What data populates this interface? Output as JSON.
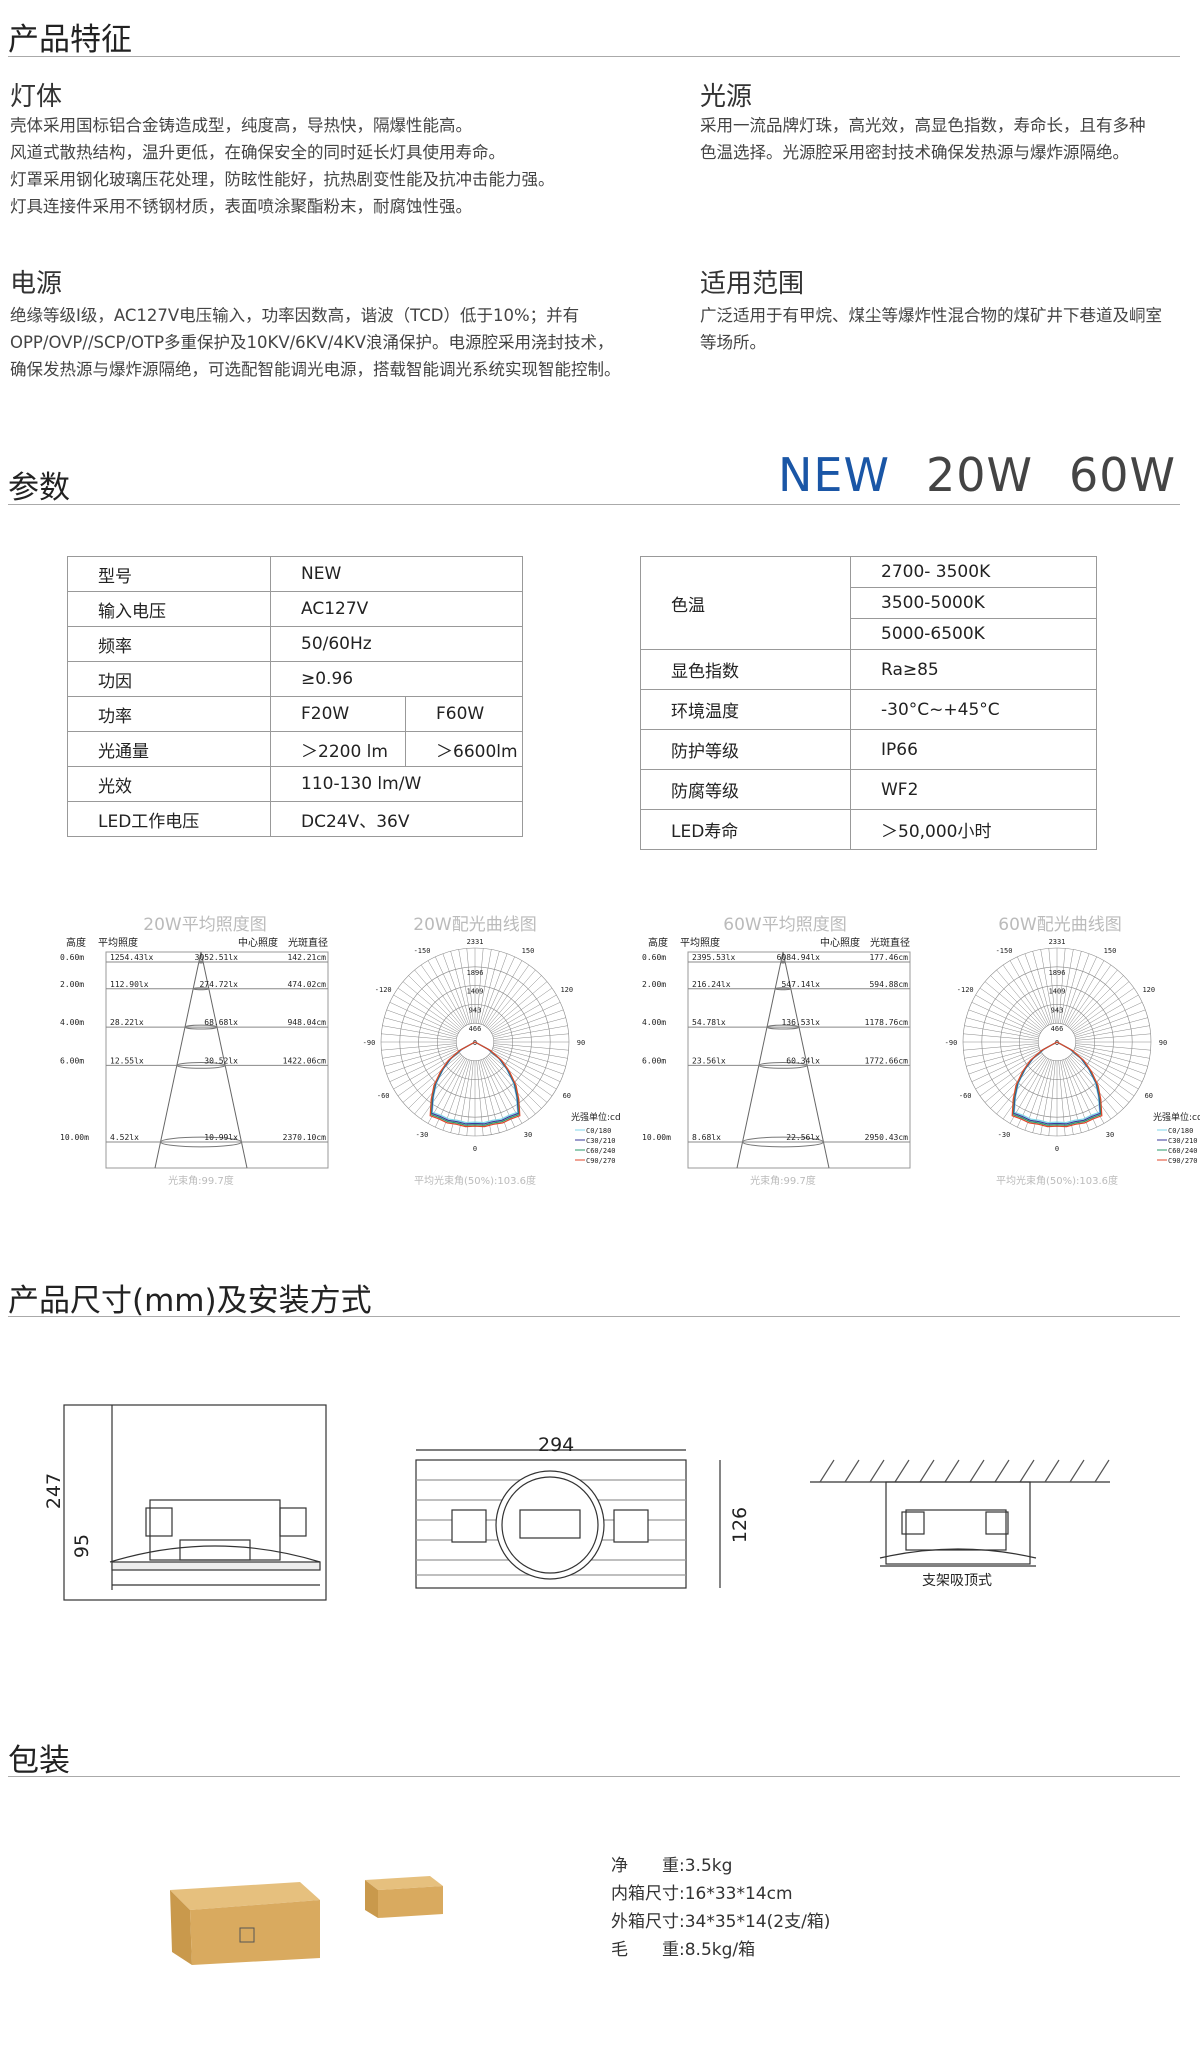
{
  "features": {
    "title": "产品特征",
    "body": {
      "heading": "灯体",
      "lines": [
        "壳体采用国标铝合金铸造成型，纯度高，导热快，隔爆性能高。",
        "风道式散热结构，温升更低，在确保安全的同时延长灯具使用寿命。",
        "灯罩采用钢化玻璃压花处理，防眩性能好，抗热剧变性能及抗冲击能力强。",
        "灯具连接件采用不锈钢材质，表面喷涂聚酯粉末，耐腐蚀性强。"
      ]
    },
    "light": {
      "heading": "光源",
      "lines": [
        "采用一流品牌灯珠，高光效，高显色指数，寿命长，且有多种",
        "色温选择。光源腔采用密封技术确保发热源与爆炸源隔绝。"
      ]
    },
    "power": {
      "heading": "电源",
      "lines": [
        "绝缘等级I级，AC127V电压输入，功率因数高，谐波（TCD）低于10%；并有",
        "OPP/OVP//SCP/OTP多重保护及10KV/6KV/4KV浪涌保护。电源腔采用浇封技术，",
        "确保发热源与爆炸源隔绝，可选配智能调光电源，搭载智能调光系统实现智能控制。"
      ]
    },
    "scope": {
      "heading": "适用范围",
      "lines": [
        "广泛适用于有甲烷、煤尘等爆炸性混合物的煤矿井下巷道及峒室",
        "等场所。"
      ]
    }
  },
  "params": {
    "title": "参数",
    "models": [
      "NEW",
      "20W",
      "60W"
    ],
    "left": [
      [
        "型号",
        "NEW"
      ],
      [
        "输入电压",
        "AC127V"
      ],
      [
        "频率",
        "50/60Hz"
      ],
      [
        "功因",
        "≥0.96"
      ],
      [
        "功率",
        "F20W",
        "F60W"
      ],
      [
        "光通量",
        "＞2200 lm",
        "＞6600lm"
      ],
      [
        "光效",
        "110-130 lm/W"
      ],
      [
        "LED工作电压",
        "DC24V、36V"
      ]
    ],
    "cct_label": "色温",
    "cct": [
      "2700- 3500K",
      "3500-5000K",
      "5000-6500K"
    ],
    "right": [
      [
        "显色指数",
        "Ra≥85"
      ],
      [
        "环境温度",
        "-30°C~+45°C"
      ],
      [
        "防护等级",
        "IP66"
      ],
      [
        "防腐等级",
        "WF2"
      ],
      [
        "LED寿命",
        "＞50,000小时"
      ]
    ]
  },
  "chart_data": [
    {
      "type": "table",
      "title": "20W平均照度图",
      "headers": [
        "高度",
        "平均照度",
        "中心照度",
        "光斑直径"
      ],
      "rows": [
        [
          "0.60m",
          "1254.43lx",
          "3052.51lx",
          "142.21cm"
        ],
        [
          "2.00m",
          "112.90lx",
          "274.72lx",
          "474.02cm"
        ],
        [
          "4.00m",
          "28.22lx",
          "68.68lx",
          "948.04cm"
        ],
        [
          "6.00m",
          "12.55lx",
          "30.52lx",
          "1422.06cm"
        ],
        [
          "10.00m",
          "4.52lx",
          "10.99lx",
          "2370.10cm"
        ]
      ],
      "heights": [
        0.6,
        2,
        4,
        6,
        10
      ],
      "caption": "光束角:99.7度"
    },
    {
      "type": "line",
      "subtype": "polar",
      "title": "20W配光曲线图",
      "radial_ticks": [
        "466",
        "943",
        "1409",
        "1896",
        "2331"
      ],
      "angle_ticks": [
        "-150",
        "150",
        "-120",
        "120",
        "-90",
        "90",
        "-60",
        "60",
        "-30",
        "30",
        "0",
        "0"
      ],
      "unit": "光强单位:cd",
      "legend": [
        {
          "name": "C0/180",
          "color": "#7fd6e8"
        },
        {
          "name": "C30/210",
          "color": "#3a3a9a"
        },
        {
          "name": "C60/240",
          "color": "#2a9a6a"
        },
        {
          "name": "C90/270",
          "color": "#e0452a"
        }
      ],
      "caption": "平均光束角(50%):103.6度"
    },
    {
      "type": "table",
      "title": "60W平均照度图",
      "headers": [
        "高度",
        "平均照度",
        "中心照度",
        "光斑直径"
      ],
      "rows": [
        [
          "0.60m",
          "2395.53lx",
          "6084.94lx",
          "177.46cm"
        ],
        [
          "2.00m",
          "216.24lx",
          "547.14lx",
          "594.88cm"
        ],
        [
          "4.00m",
          "54.78lx",
          "136.53lx",
          "1178.76cm"
        ],
        [
          "6.00m",
          "23.56lx",
          "60.34lx",
          "1772.66cm"
        ],
        [
          "10.00m",
          "8.68lx",
          "22.56lx",
          "2950.43cm"
        ]
      ],
      "heights": [
        0.6,
        2,
        4,
        6,
        10
      ],
      "caption": "光束角:99.7度"
    },
    {
      "type": "line",
      "subtype": "polar",
      "title": "60W配光曲线图",
      "radial_ticks": [
        "466",
        "943",
        "1409",
        "1896",
        "2331"
      ],
      "angle_ticks": [
        "-150",
        "150",
        "-120",
        "120",
        "-90",
        "90",
        "-60",
        "60",
        "-30",
        "30",
        "0",
        "0"
      ],
      "unit": "光强单位:cd",
      "legend": [
        {
          "name": "C0/180",
          "color": "#7fd6e8"
        },
        {
          "name": "C30/210",
          "color": "#3a3a9a"
        },
        {
          "name": "C60/240",
          "color": "#2a9a6a"
        },
        {
          "name": "C90/270",
          "color": "#e0452a"
        }
      ],
      "caption": "平均光束角(50%):103.6度"
    }
  ],
  "dimensions": {
    "title": "产品尺寸(mm)及安装方式",
    "height": "247",
    "lower": "95",
    "width": "294",
    "depth": "126",
    "mount": "支架吸顶式"
  },
  "packing": {
    "title": "包装",
    "lines": [
      "净　　重:3.5kg",
      "内箱尺寸:16*33*14cm",
      "外箱尺寸:34*35*14(2支/箱)",
      "毛　　重:8.5kg/箱"
    ]
  }
}
